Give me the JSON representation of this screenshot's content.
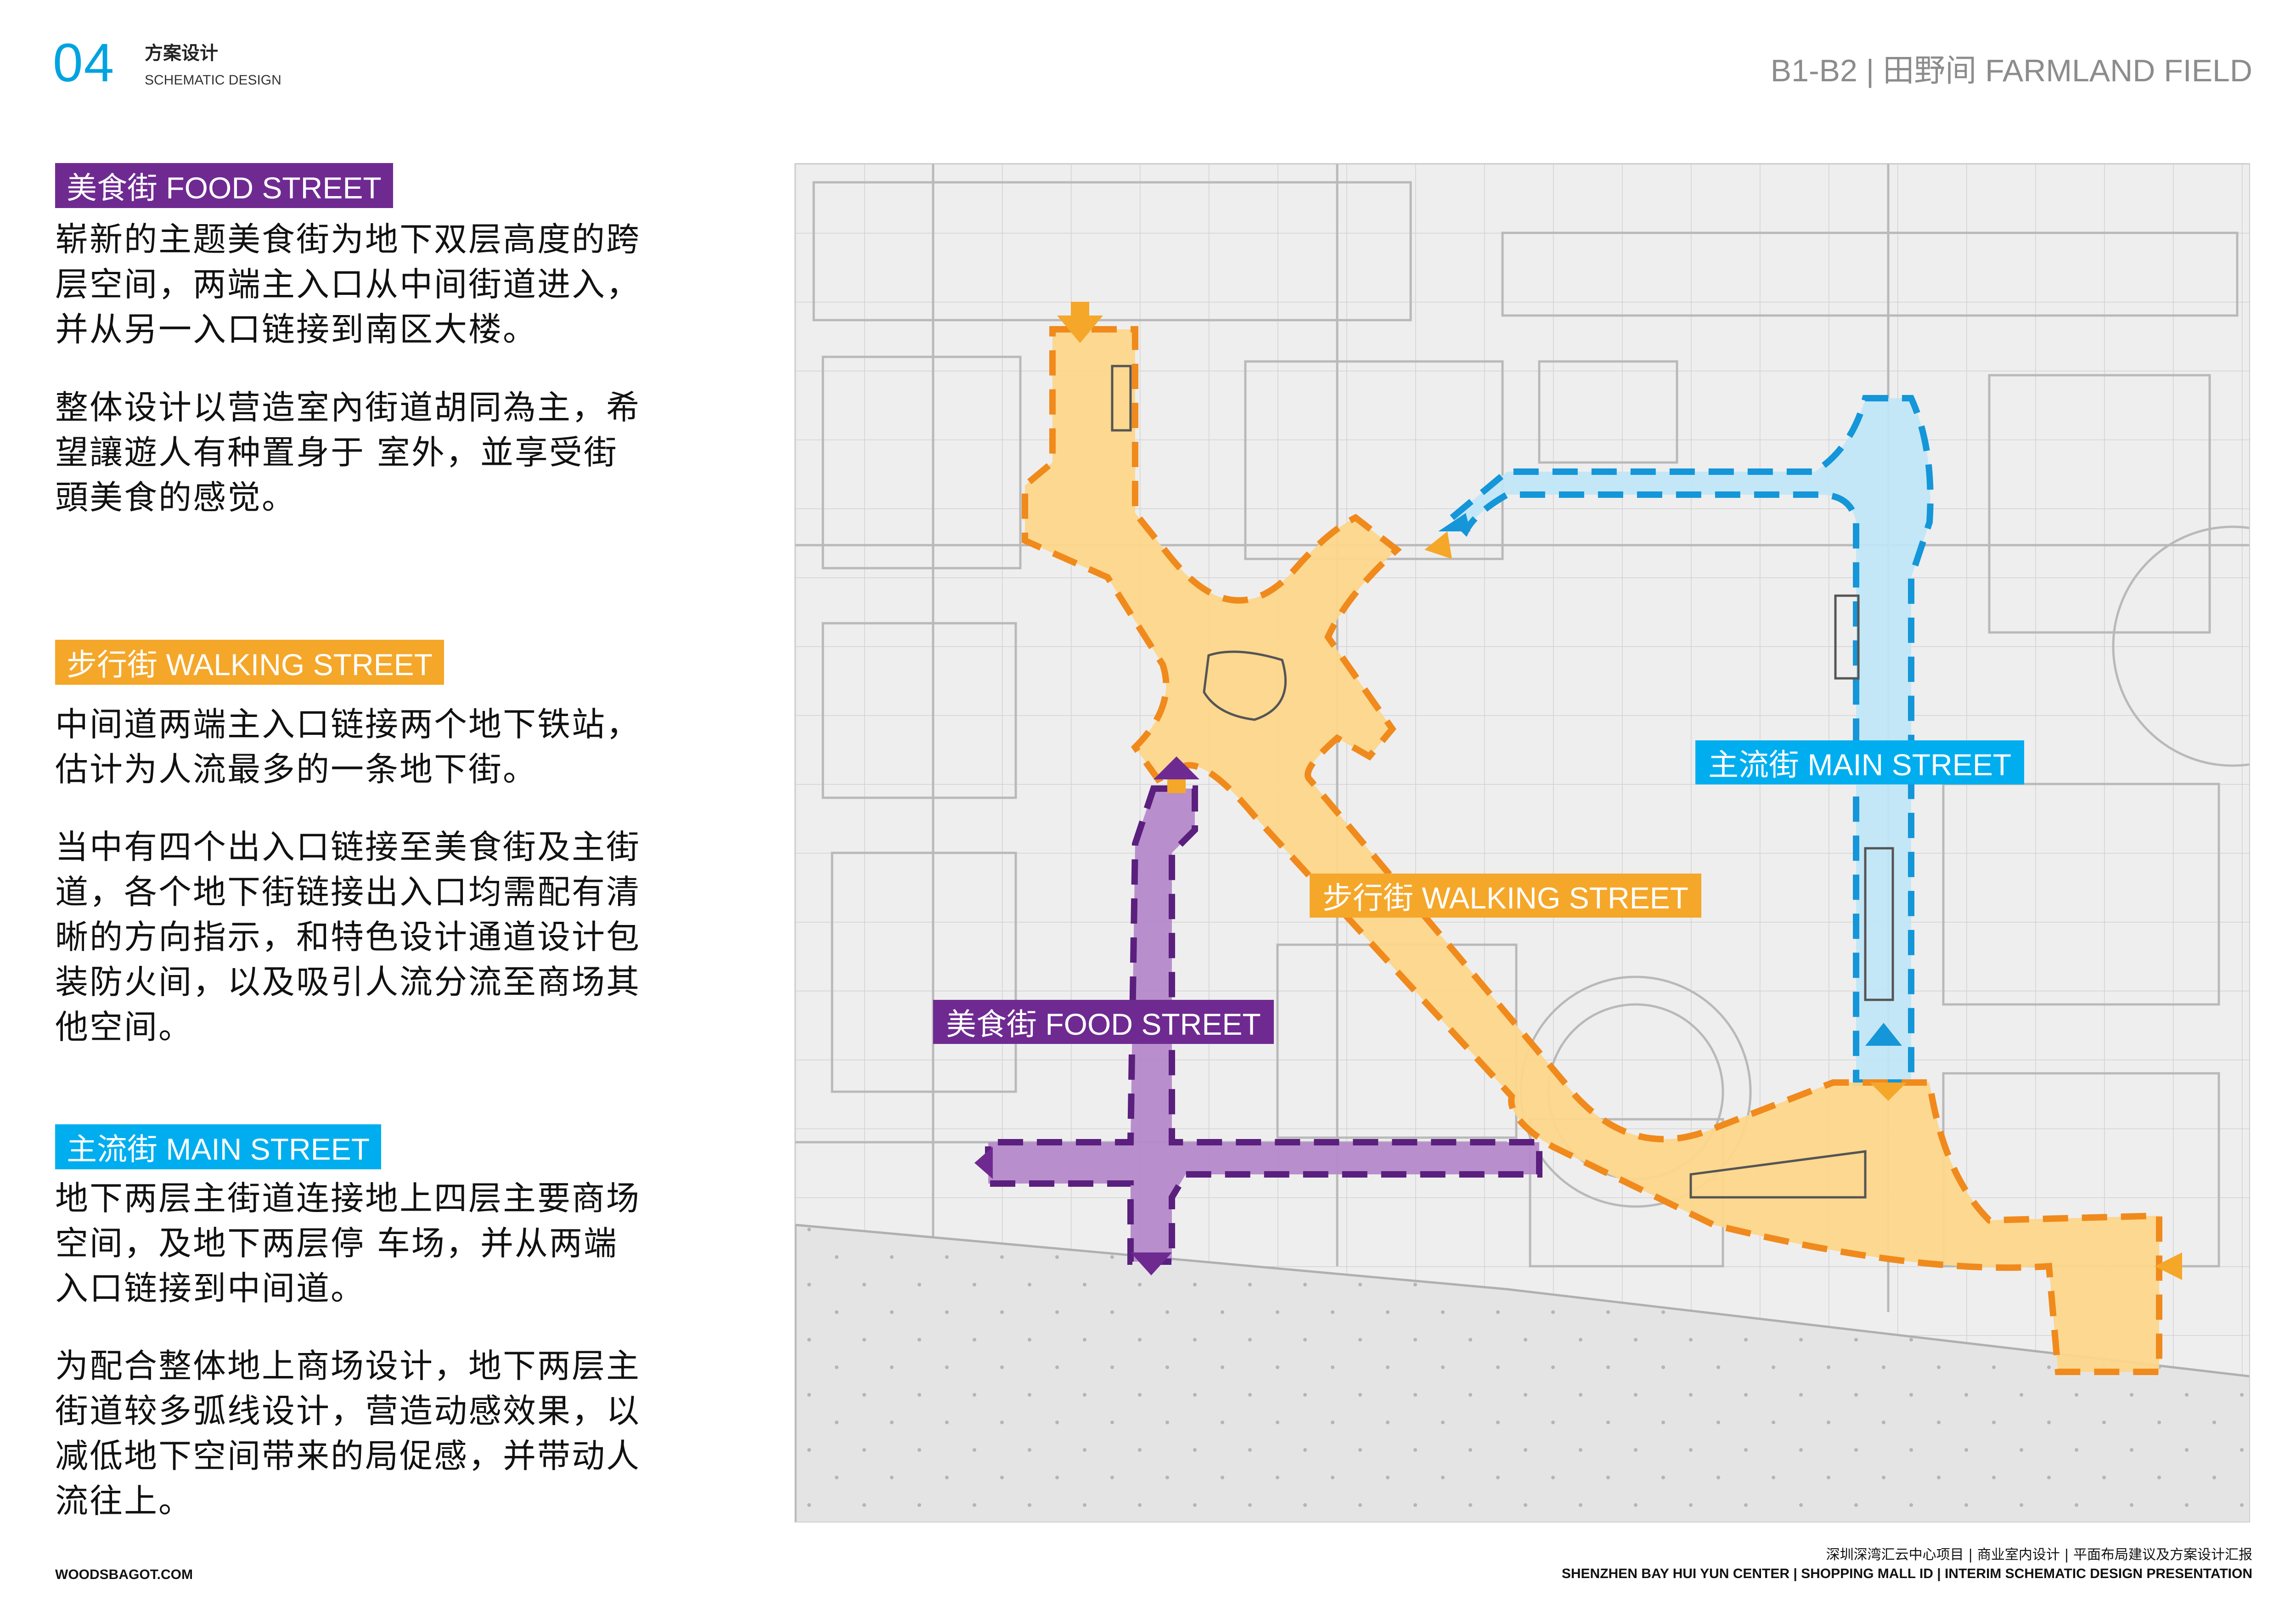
{
  "header": {
    "section_number": "04",
    "section_title_cn": "方案设计",
    "section_title_en": "SCHEMATIC DESIGN",
    "page_title": "B1-B2 | 田野间 FARMLAND FIELD"
  },
  "sections": [
    {
      "tag": "美食街 FOOD STREET",
      "paragraphs": [
        "崭新的主题美食街为地下双层高度的跨层空间，两端主入口从中间街道进入，并从另一入口链接到南区大楼。",
        "整体设计以营造室內街道胡同為主，希望讓遊人有种置身于 室外，並享受街頭美食的感觉。"
      ]
    },
    {
      "tag": "步行街 WALKING STREET",
      "paragraphs": [
        "中间道两端主入口链接两个地下铁站，估计为人流最多的一条地下街。",
        "当中有四个出入口链接至美食街及主街道，各个地下街链接出入口均需配有清晰的方向指示，和特色设计通道设计包装防火间，以及吸引人流分流至商场其他空间。"
      ]
    },
    {
      "tag": "主流街 MAIN STREET",
      "paragraphs": [
        "地下两层主街道连接地上四层主要商场空间，及地下两层停 车场，并从两端入口链接到中间道。",
        "为配合整体地上商场设计，地下两层主街道较多弧线设计，营造动感效果，以减低地下空间带来的局促感，并带动人流往上。"
      ]
    }
  ],
  "plan": {
    "labels": {
      "main_street": "主流街 MAIN STREET",
      "walking_street": "步行街 WALKING STREET",
      "food_street": "美食街 FOOD STREET"
    },
    "colors": {
      "food_street": "#7b3f98",
      "walking_street": "#f5a72a",
      "main_street": "#00aeef"
    }
  },
  "footer": {
    "website": "WOODSBAGOT.COM",
    "line1": "深圳深湾汇云中心项目 | 商业室内设计 | 平面布局建议及方案设计汇报",
    "line2": "SHENZHEN BAY HUI YUN CENTER | SHOPPING MALL ID | INTERIM SCHEMATIC DESIGN PRESENTATION"
  }
}
